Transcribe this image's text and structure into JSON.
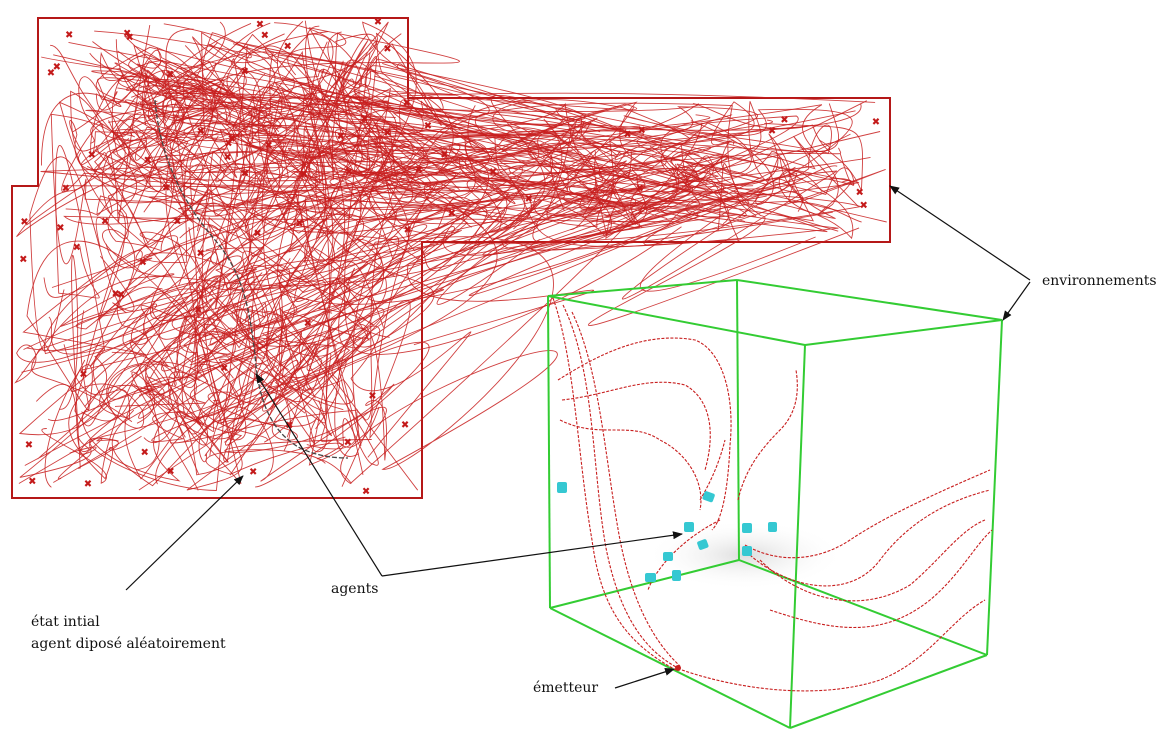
{
  "labels": {
    "environnements": "environnements",
    "agents": "agents",
    "etat_initial_line1": "état intial",
    "etat_initial_line2": "agent diposé aléatoirement",
    "emetteur": "émetteur"
  },
  "colors": {
    "trajectory": "#c81e1e",
    "wall": "#b51818",
    "agent_marker": "#c41a1a",
    "initial_path": "#444444",
    "cube_edge": "#33cc33",
    "agent_3d": "#35c8d2",
    "arrow": "#111111"
  }
}
